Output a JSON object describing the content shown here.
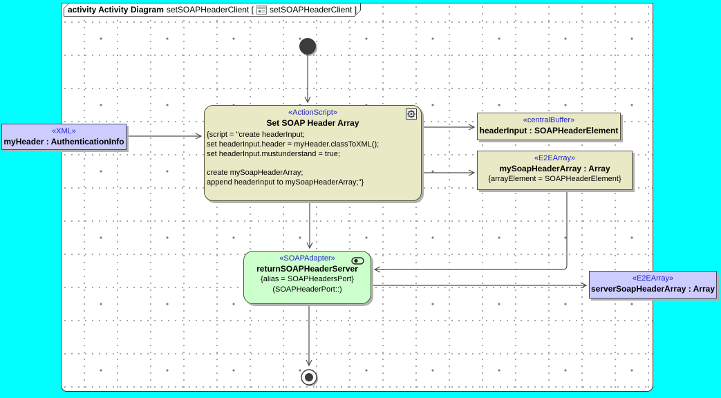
{
  "header": {
    "kind_label": "activity Activity Diagram",
    "name_and_bracket": "setSOAPHeaderClient [",
    "diagram_ref": "setSOAPHeaderClient ]"
  },
  "nodes": {
    "xml_object": {
      "stereotype": "«XML»",
      "name": "myHeader : AuthenticationInfo"
    },
    "action_script": {
      "stereotype": "«ActionScript»",
      "name": "Set SOAP Header Array",
      "script": "{script = \"create headerInput;\nset headerInput.header = myHeader.classToXML();\nset headerInput.mustunderstand = true;\n\ncreate mySoapHeaderArray;\nappend headerInput to mySoapHeaderArray;\"}"
    },
    "central_buffer": {
      "stereotype": "«centralBuffer»",
      "name": "headerInput : SOAPHeaderElement"
    },
    "my_soap_header_array": {
      "stereotype": "«E2EArray»",
      "name": "mySoapHeaderArray : Array",
      "constraint": "{arrayElement = SOAPHeaderElement}"
    },
    "soap_adapter": {
      "stereotype": "«SOAPAdapter»",
      "name": "returnSOAPHeaderServer",
      "alias": "{alias = SOAPHeadersPort}",
      "port": "(SOAPHeaderPort::)"
    },
    "server_soap_header_array": {
      "stereotype": "«E2EArray»",
      "name": "serverSoapHeaderArray : Array"
    }
  },
  "icons": {
    "tab_icon": "activity-diagram-icon",
    "action_script_corner": "gear-icon",
    "adapter_corner": "capsule-icon"
  },
  "colors": {
    "desktop_background": "#00FFFF",
    "canvas": "#FFFFFF",
    "object_node_fill": "#CCCCFF",
    "action_fill": "#E9E9C6",
    "adapter_fill": "#CCFFCC",
    "stereotype_text": "#2222CC",
    "connector": "#4D4D4D",
    "shadow": "#B2B2B2"
  }
}
